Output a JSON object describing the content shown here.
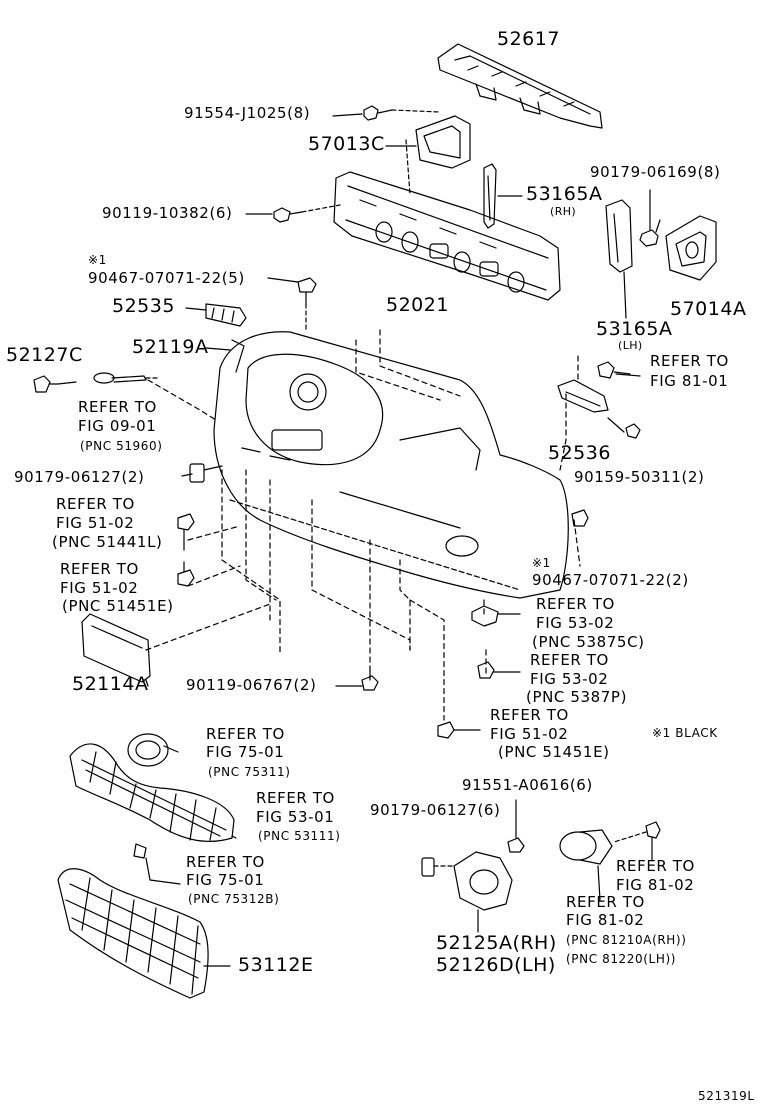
{
  "labels": {
    "p52617": "52617",
    "p91554": "91554-J1025(8)",
    "p57013c": "57013C",
    "p90119a": "90119-10382(6)",
    "p53165a_rh": "53165A",
    "rh_note": "(RH)",
    "p90179a": "90179-06169(8)",
    "note1_top": "※1",
    "p90467a": "90467-07071-22(5)",
    "p52535": "52535",
    "p52021": "52021",
    "p57014a": "57014A",
    "p53165a_lh": "53165A",
    "lh_note": "(LH)",
    "p52127c": "52127C",
    "p52119a": "52119A",
    "ref_fig8101_a1": "REFER TO",
    "ref_fig8101_a2": "FIG 81-01",
    "ref_fig0901_1": "REFER TO",
    "ref_fig0901_2": "FIG 09-01",
    "ref_fig0901_3": "(PNC 51960)",
    "p52536": "52536",
    "p90179b": "90179-06127(2)",
    "p90159": "90159-50311(2)",
    "ref_fig5102a_1": "REFER TO",
    "ref_fig5102a_2": "FIG 51-02",
    "ref_fig5102a_3": "(PNC 51441L)",
    "note1_bottom": "※1",
    "p90467b": "90467-07071-22(2)",
    "ref_fig5102b_1": "REFER TO",
    "ref_fig5102b_2": "FIG 51-02",
    "ref_fig5102b_3": "(PNC 51451E)",
    "ref_fig5302a_1": "REFER TO",
    "ref_fig5302a_2": "FIG 53-02",
    "ref_fig5302a_3": "(PNC 53875C)",
    "p52114a": "52114A",
    "p90119b": "90119-06767(2)",
    "ref_fig5302b_1": "REFER TO",
    "ref_fig5302b_2": "FIG 53-02",
    "ref_fig5302b_3": "(PNC 5387P)",
    "ref_fig5102c_1": "REFER TO",
    "ref_fig5102c_2": "FIG 51-02",
    "ref_fig5102c_3": "(PNC 51451E)",
    "black_note": "※1 BLACK",
    "ref_fig7501a_1": "REFER TO",
    "ref_fig7501a_2": "FIG 75-01",
    "ref_fig7501a_3": "(PNC 75311)",
    "p91551": "91551-A0616(6)",
    "ref_fig5301_1": "REFER TO",
    "ref_fig5301_2": "FIG 53-01",
    "ref_fig5301_3": "(PNC 53111)",
    "p90179c": "90179-06127(6)",
    "ref_fig7501b_1": "REFER TO",
    "ref_fig7501b_2": "FIG 75-01",
    "ref_fig7501b_3": "(PNC 75312B)",
    "ref_fig8102a_1": "REFER TO",
    "ref_fig8102a_2": "FIG 81-02",
    "ref_fig8102b_1": "REFER TO",
    "ref_fig8102b_2": "FIG 81-02",
    "ref_fig8102b_3": "(PNC 81210A(RH))",
    "ref_fig8102b_4": "(PNC 81220(LH))",
    "p52125a": "52125A(RH)",
    "p52126d": "52126D(LH)",
    "p53112e": "53112E",
    "diagram_id": "521319L"
  }
}
